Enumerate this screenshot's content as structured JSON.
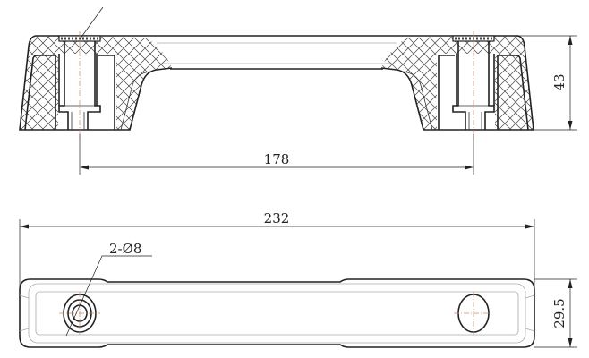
{
  "title": "Handle technical drawing",
  "dimensions": {
    "hole_spacing": "178",
    "height": "43",
    "overall_length": "232",
    "width": "29.5",
    "hole_callout": "2-Ø8"
  }
}
